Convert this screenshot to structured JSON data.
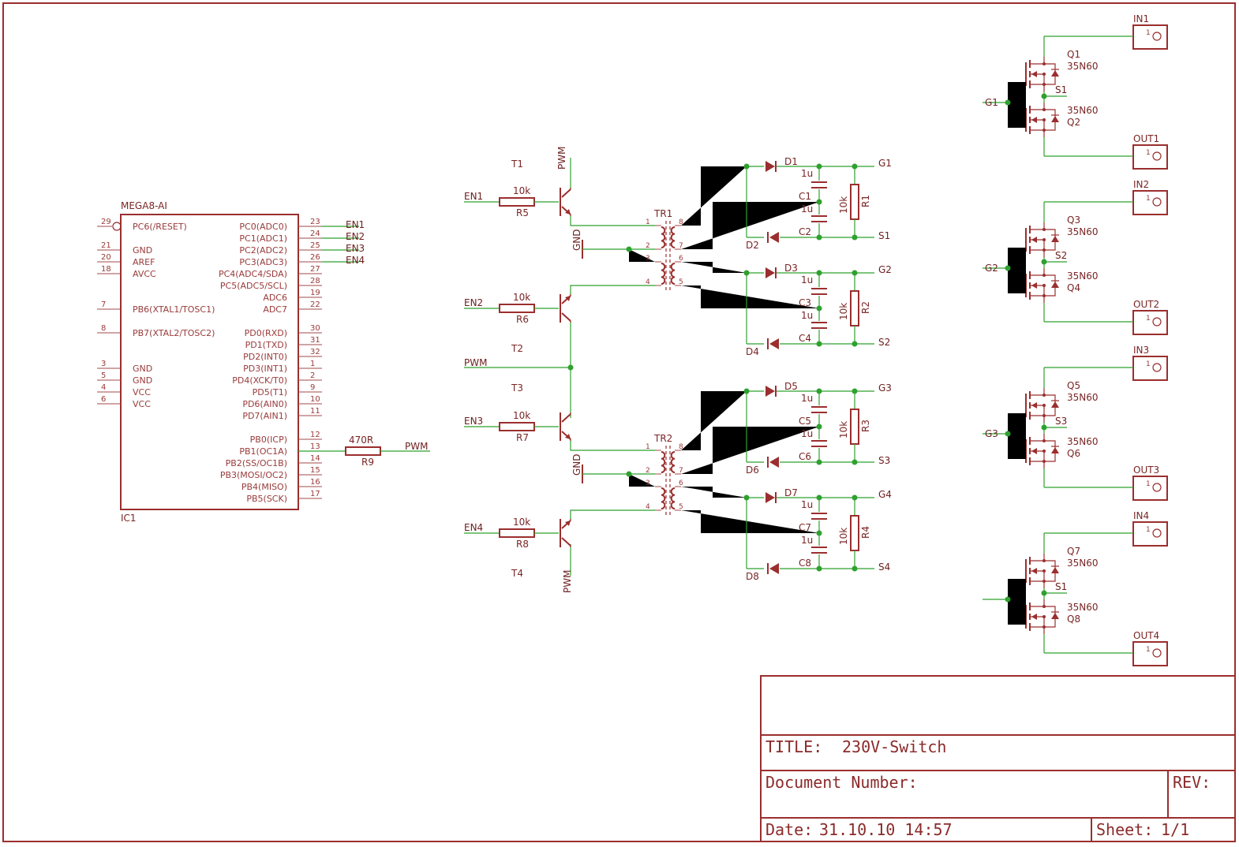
{
  "mcu": {
    "value": "MEGA8-AI",
    "name": "IC1",
    "left_pins": [
      {
        "num": "29",
        "name": "PC6(/RESET)"
      },
      {
        "num": "21",
        "name": "GND"
      },
      {
        "num": "20",
        "name": "AREF"
      },
      {
        "num": "18",
        "name": "AVCC"
      },
      {
        "num": "7",
        "name": "PB6(XTAL1/TOSC1)"
      },
      {
        "num": "8",
        "name": "PB7(XTAL2/TOSC2)"
      },
      {
        "num": "3",
        "name": "GND"
      },
      {
        "num": "5",
        "name": "GND"
      },
      {
        "num": "4",
        "name": "VCC"
      },
      {
        "num": "6",
        "name": "VCC"
      }
    ],
    "right_pins": [
      {
        "num": "23",
        "name": "PC0(ADC0)",
        "net": "EN1"
      },
      {
        "num": "24",
        "name": "PC1(ADC1)",
        "net": "EN2"
      },
      {
        "num": "25",
        "name": "PC2(ADC2)",
        "net": "EN3"
      },
      {
        "num": "26",
        "name": "PC3(ADC3)",
        "net": "EN4"
      },
      {
        "num": "27",
        "name": "PC4(ADC4/SDA)",
        "net": ""
      },
      {
        "num": "28",
        "name": "PC5(ADC5/SCL)",
        "net": ""
      },
      {
        "num": "19",
        "name": "ADC6",
        "net": ""
      },
      {
        "num": "22",
        "name": "ADC7",
        "net": ""
      },
      {
        "num": "30",
        "name": "PD0(RXD)",
        "net": ""
      },
      {
        "num": "31",
        "name": "PD1(TXD)",
        "net": ""
      },
      {
        "num": "32",
        "name": "PD2(INT0)",
        "net": ""
      },
      {
        "num": "1",
        "name": "PD3(INT1)",
        "net": ""
      },
      {
        "num": "2",
        "name": "PD4(XCK/T0)",
        "net": ""
      },
      {
        "num": "9",
        "name": "PD5(T1)",
        "net": ""
      },
      {
        "num": "10",
        "name": "PD6(AIN0)",
        "net": ""
      },
      {
        "num": "11",
        "name": "PD7(AIN1)",
        "net": ""
      },
      {
        "num": "12",
        "name": "PB0(ICP)",
        "net": ""
      },
      {
        "num": "13",
        "name": "PB1(OC1A)",
        "net": ""
      },
      {
        "num": "14",
        "name": "PB2(SS/OC1B)",
        "net": ""
      },
      {
        "num": "15",
        "name": "PB3(MOSI/OC2)",
        "net": ""
      },
      {
        "num": "16",
        "name": "PB4(MISO)",
        "net": ""
      },
      {
        "num": "17",
        "name": "PB5(SCK)",
        "net": ""
      }
    ],
    "r9": {
      "value": "470R",
      "name": "R9",
      "net": "PWM"
    }
  },
  "drivers": {
    "transistors": [
      {
        "name": "T1",
        "base_res": "R5",
        "res_value": "10k",
        "net": "EN1",
        "pwm": "PWM"
      },
      {
        "name": "T2",
        "base_res": "R6",
        "res_value": "10k",
        "net": "EN2"
      },
      {
        "name": "T3",
        "base_res": "R7",
        "res_value": "10k",
        "net": "EN3"
      },
      {
        "name": "T4",
        "base_res": "R8",
        "res_value": "10k",
        "net": "EN4",
        "pwm": "PWM"
      }
    ],
    "pwm_net": "PWM",
    "transformers": [
      {
        "name": "TR1",
        "gnd": "GND",
        "pins": [
          "1",
          "2",
          "3",
          "4",
          "5",
          "6",
          "7",
          "8"
        ]
      },
      {
        "name": "TR2",
        "gnd": "GND",
        "pins": [
          "1",
          "2",
          "3",
          "4",
          "5",
          "6",
          "7",
          "8"
        ]
      }
    ]
  },
  "rectifiers": [
    {
      "gate": "G1",
      "source": "S1",
      "d_top": "D1",
      "d_bot": "D2",
      "c_top": "C1",
      "c_bot": "C2",
      "c_value": "1u",
      "r": "R1",
      "r_value": "10k"
    },
    {
      "gate": "G2",
      "source": "S2",
      "d_top": "D3",
      "d_bot": "D4",
      "c_top": "C3",
      "c_bot": "C4",
      "c_value": "1u",
      "r": "R2",
      "r_value": "10k"
    },
    {
      "gate": "G3",
      "source": "S3",
      "d_top": "D5",
      "d_bot": "D6",
      "c_top": "C5",
      "c_bot": "C6",
      "c_value": "1u",
      "r": "R3",
      "r_value": "10k"
    },
    {
      "gate": "G4",
      "source": "S4",
      "d_top": "D7",
      "d_bot": "D8",
      "c_top": "C7",
      "c_bot": "C8",
      "c_value": "1u",
      "r": "R4",
      "r_value": "10k"
    }
  ],
  "switches": [
    {
      "in": "IN1",
      "out": "OUT1",
      "q_top": "Q1",
      "q_bot": "Q2",
      "part": "35N60",
      "gate": "G1",
      "source": "S1",
      "pin": "1"
    },
    {
      "in": "IN2",
      "out": "OUT2",
      "q_top": "Q3",
      "q_bot": "Q4",
      "part": "35N60",
      "gate": "G2",
      "source": "S2",
      "pin": "1"
    },
    {
      "in": "IN3",
      "out": "OUT3",
      "q_top": "Q5",
      "q_bot": "Q6",
      "part": "35N60",
      "gate": "G3",
      "source": "S3",
      "pin": "1"
    },
    {
      "in": "IN4",
      "out": "OUT4",
      "q_top": "Q7",
      "q_bot": "Q8",
      "part": "35N60",
      "gate": "",
      "source": "S1",
      "pin": "1"
    }
  ],
  "title_block": {
    "title_label": "TITLE:",
    "title": "230V-Switch",
    "docnum_label": "Document Number:",
    "rev_label": "REV:",
    "date_label": "Date:",
    "date": "31.10.10 14:57",
    "sheet_label": "Sheet:",
    "sheet": "1/1"
  },
  "colors": {
    "symbol": "#9b2e2e",
    "wire": "#2ea12e",
    "background": "#ffffff"
  }
}
